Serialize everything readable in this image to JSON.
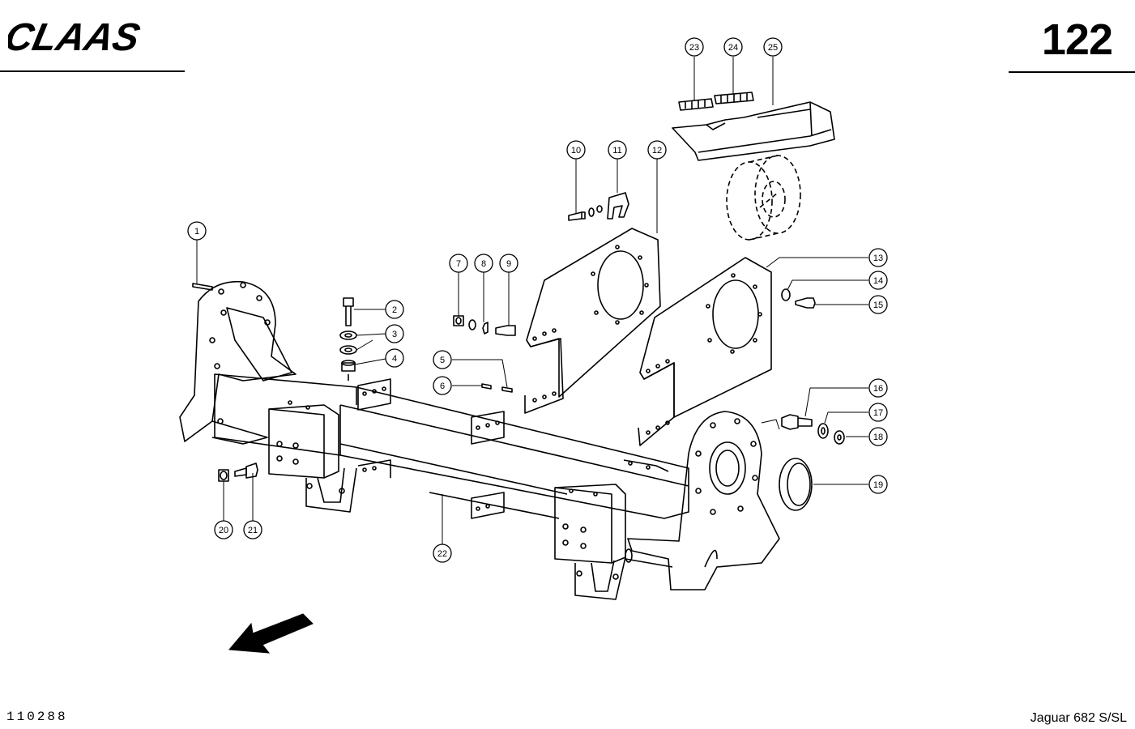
{
  "header": {
    "brand": "CLAAS",
    "page_number": "122"
  },
  "footer": {
    "drawing_number": "110288",
    "model": "Jaguar 682 S/SL"
  },
  "callouts": [
    {
      "id": "1",
      "label": "1"
    },
    {
      "id": "2",
      "label": "2"
    },
    {
      "id": "3",
      "label": "3"
    },
    {
      "id": "4",
      "label": "4"
    },
    {
      "id": "5",
      "label": "5"
    },
    {
      "id": "6",
      "label": "6"
    },
    {
      "id": "7",
      "label": "7"
    },
    {
      "id": "8",
      "label": "8"
    },
    {
      "id": "9",
      "label": "9"
    },
    {
      "id": "10",
      "label": "10"
    },
    {
      "id": "11",
      "label": "11"
    },
    {
      "id": "12",
      "label": "12"
    },
    {
      "id": "13",
      "label": "13"
    },
    {
      "id": "14",
      "label": "14"
    },
    {
      "id": "15",
      "label": "15"
    },
    {
      "id": "16",
      "label": "16"
    },
    {
      "id": "17",
      "label": "17"
    },
    {
      "id": "18",
      "label": "18"
    },
    {
      "id": "19",
      "label": "19"
    },
    {
      "id": "20",
      "label": "20"
    },
    {
      "id": "21",
      "label": "21"
    },
    {
      "id": "22",
      "label": "22"
    },
    {
      "id": "23",
      "label": "23"
    },
    {
      "id": "24",
      "label": "24"
    },
    {
      "id": "25",
      "label": "25"
    }
  ]
}
